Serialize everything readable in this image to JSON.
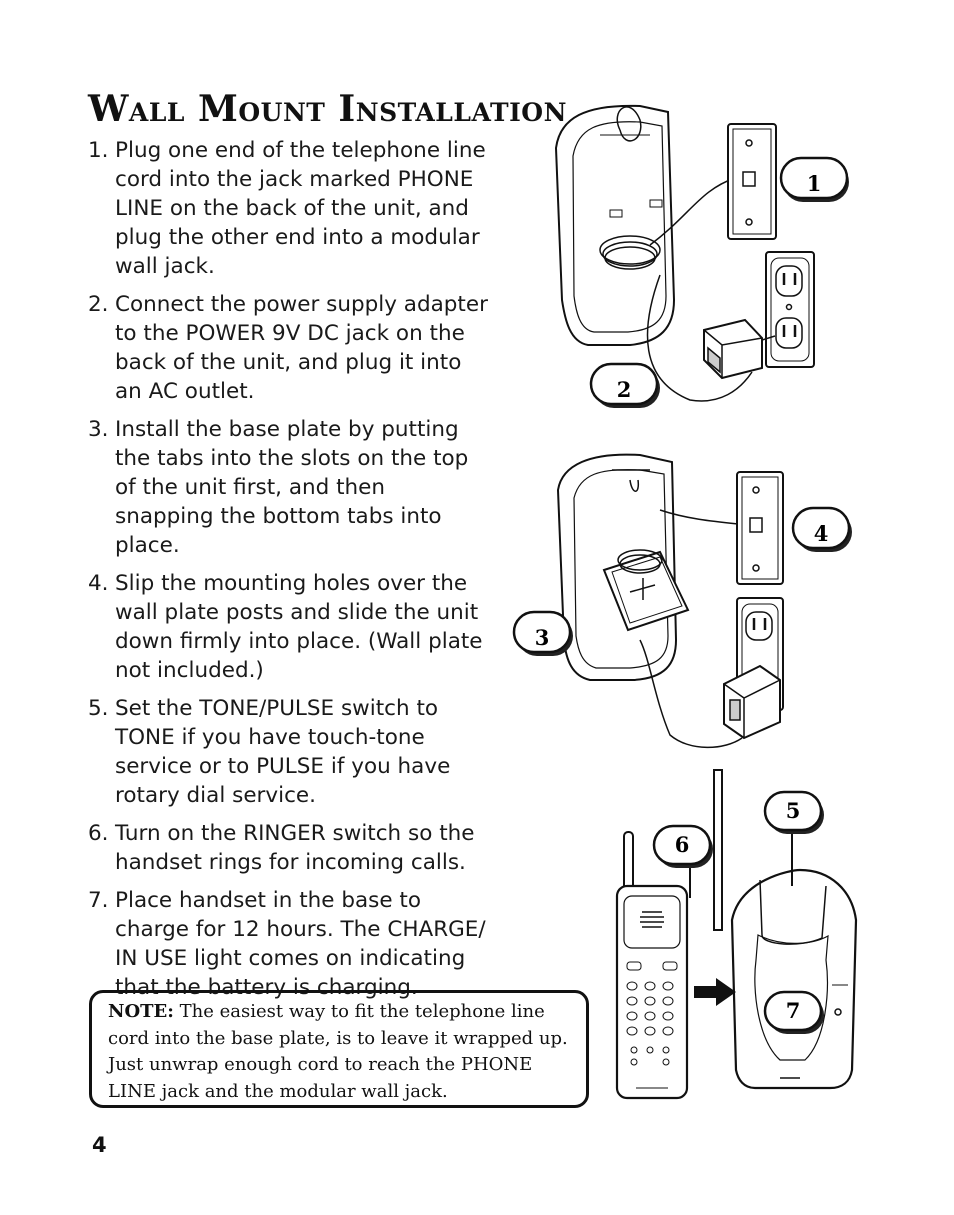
{
  "title": "Wall Mount Installation",
  "steps": [
    {
      "num": "1.",
      "text": "Plug one end of the telephone line cord into the jack marked PHONE LINE on the back of the unit, and plug the other end into a modular wall jack."
    },
    {
      "num": "2.",
      "text": "Connect the power supply adapter to the POWER 9V DC jack on the back of the unit, and plug it into an AC outlet."
    },
    {
      "num": "3.",
      "text": "Install the base plate by putting the tabs into the slots on the top of the unit first, and then snapping the bottom tabs into place."
    },
    {
      "num": "4.",
      "text": "Slip the mounting holes over the wall plate posts and slide the unit down firmly into place. (Wall plate not included.)"
    },
    {
      "num": "5.",
      "text": "Set the TONE/PULSE switch to TONE if you have touch-tone service or to PULSE if you have rotary dial service."
    },
    {
      "num": "6.",
      "text": "Turn on the RINGER switch so the handset rings for incoming calls."
    },
    {
      "num": "7.",
      "text": "Place handset in the base to charge for 12 hours. The CHARGE/ IN USE light comes on indicating that the battery is charging."
    }
  ],
  "note": {
    "label": "NOTE:",
    "text": "The easiest way to fit the telephone line cord into the base plate, is to leave it wrapped up. Just unwrap enough cord to reach the PHONE LINE jack and the modular wall jack."
  },
  "callouts": {
    "c1": "1",
    "c2": "2",
    "c3": "3",
    "c4": "4",
    "c5": "5",
    "c6": "6",
    "c7": "7"
  },
  "page_number": "4"
}
